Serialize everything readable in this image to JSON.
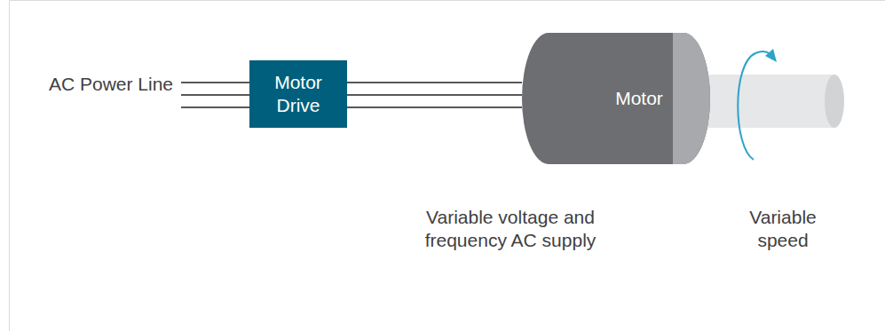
{
  "diagram": {
    "nodes": [
      {
        "text": [
          "Motor Drive"
        ]
      },
      {
        "text": [
          "Motor"
        ]
      }
    ],
    "edges": [
      {
        "from": 0,
        "to": 1,
        "arrow": "none"
      },
      {
        "from": 0,
        "to": 1,
        "arrow": "none"
      },
      {
        "from": 0,
        "to": 1,
        "arrow": "none"
      }
    ],
    "labels": [
      "AC Power Line",
      "Variable voltage and frequency AC supply",
      "Variable speed"
    ]
  }
}
